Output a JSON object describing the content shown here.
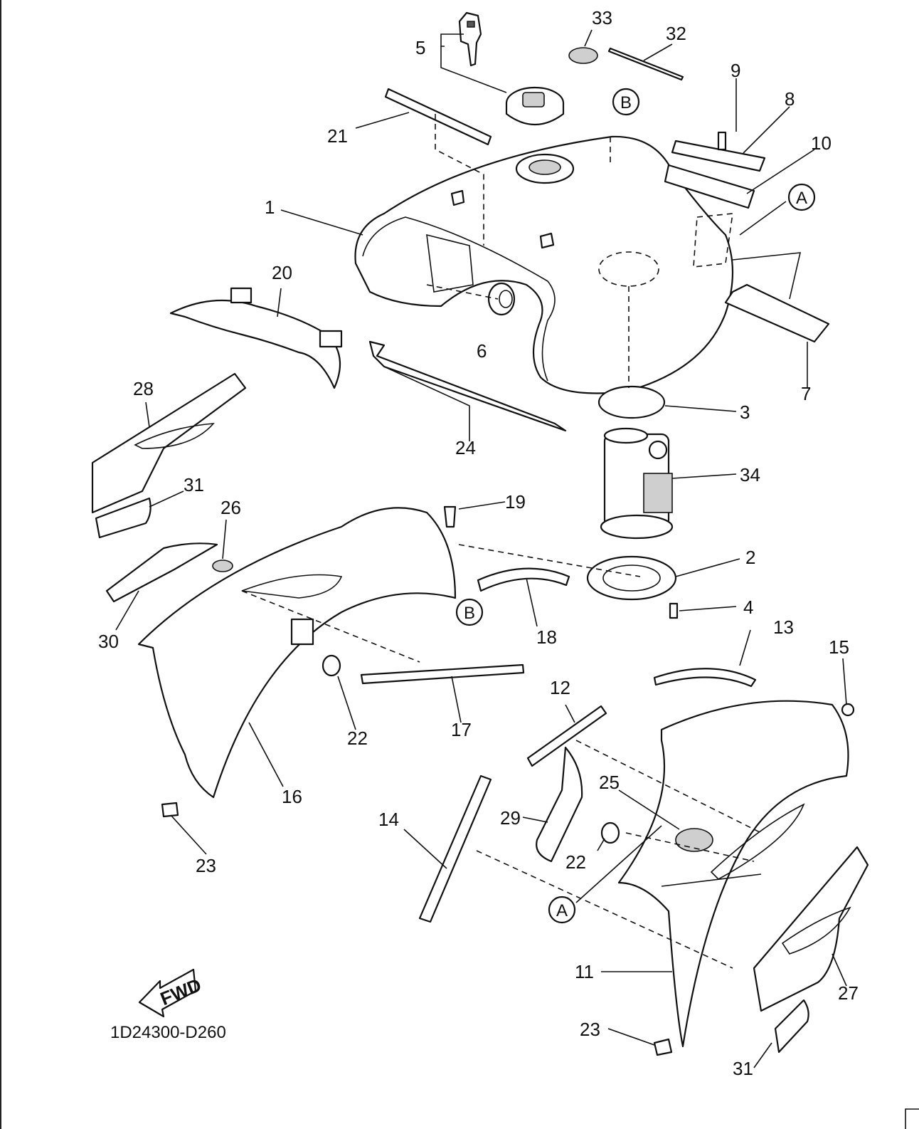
{
  "diagram": {
    "doc_code": "1D24300-D260",
    "fwd_label": "FWD",
    "callouts": [
      {
        "id": "c1",
        "label": "1"
      },
      {
        "id": "c2",
        "label": "2"
      },
      {
        "id": "c3",
        "label": "3"
      },
      {
        "id": "c4",
        "label": "4"
      },
      {
        "id": "c5",
        "label": "5"
      },
      {
        "id": "c6",
        "label": "6"
      },
      {
        "id": "c7",
        "label": "7"
      },
      {
        "id": "c8",
        "label": "8"
      },
      {
        "id": "c9",
        "label": "9"
      },
      {
        "id": "c10",
        "label": "10"
      },
      {
        "id": "c11",
        "label": "11"
      },
      {
        "id": "c12",
        "label": "12"
      },
      {
        "id": "c13",
        "label": "13"
      },
      {
        "id": "c14",
        "label": "14"
      },
      {
        "id": "c15",
        "label": "15"
      },
      {
        "id": "c16",
        "label": "16"
      },
      {
        "id": "c17",
        "label": "17"
      },
      {
        "id": "c18",
        "label": "18"
      },
      {
        "id": "c19",
        "label": "19"
      },
      {
        "id": "c20",
        "label": "20"
      },
      {
        "id": "c21",
        "label": "21"
      },
      {
        "id": "c22a",
        "label": "22"
      },
      {
        "id": "c22b",
        "label": "22"
      },
      {
        "id": "c23a",
        "label": "23"
      },
      {
        "id": "c23b",
        "label": "23"
      },
      {
        "id": "c24",
        "label": "24"
      },
      {
        "id": "c25",
        "label": "25"
      },
      {
        "id": "c26",
        "label": "26"
      },
      {
        "id": "c27",
        "label": "27"
      },
      {
        "id": "c28",
        "label": "28"
      },
      {
        "id": "c29",
        "label": "29"
      },
      {
        "id": "c30",
        "label": "30"
      },
      {
        "id": "c31a",
        "label": "31"
      },
      {
        "id": "c31b",
        "label": "31"
      },
      {
        "id": "c32",
        "label": "32"
      },
      {
        "id": "c33",
        "label": "33"
      },
      {
        "id": "c34",
        "label": "34"
      }
    ],
    "reference_marks": [
      {
        "id": "rA1",
        "label": "A"
      },
      {
        "id": "rA2",
        "label": "A"
      },
      {
        "id": "rB1",
        "label": "B"
      },
      {
        "id": "rB2",
        "label": "B"
      }
    ]
  }
}
